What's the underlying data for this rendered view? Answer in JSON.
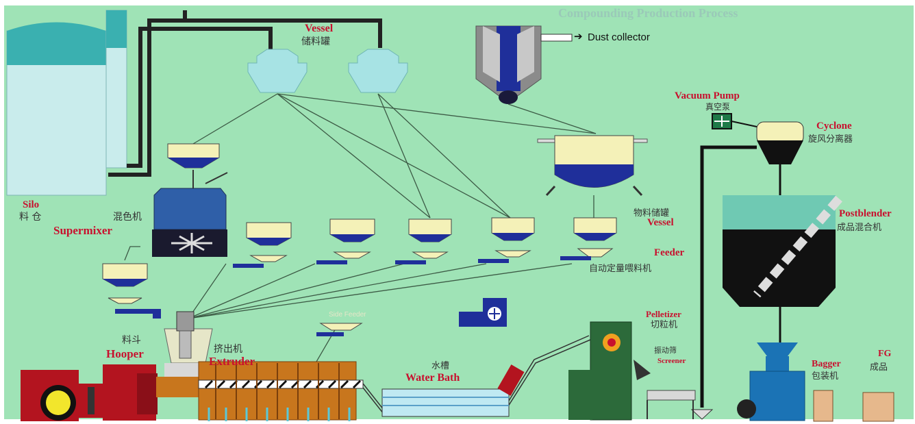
{
  "title": "Compounding Production Process",
  "colors": {
    "background": "#9fe3b6",
    "label_red": "#c8102e",
    "material_blue": "#1f2f9a",
    "tank_cream": "#f4f1b8",
    "vessel_cyan": "#a7e3e4",
    "machine_green": "#2c6a3a",
    "extruder_orange": "#c8761d",
    "motor_red": "#b3141f"
  },
  "labels": {
    "vessel_top_en": "Vessel",
    "vessel_top_zh": "储料罐",
    "dust_collector": "Dust collector",
    "vacuum_pump_en": "Vacuum Pump",
    "vacuum_pump_zh": "真空泵",
    "cyclone_en": "Cyclone",
    "cyclone_zh": "旋风分离器",
    "silo_en": "Silo",
    "silo_zh": "料 仓",
    "supermixer_zh": "混色机",
    "supermixer_en": "Supermixer",
    "vessel_mid_zh": "物料储罐",
    "vessel_mid_en": "Vessel",
    "postblender_en": "Postblender",
    "postblender_zh": "成品混合机",
    "feeder_en": "Feeder",
    "feeder_zh": "自动定量喂料机",
    "side_feeder": "Side Feeder",
    "pelletizer_en": "Pelletizer",
    "pelletizer_zh": "切粒机",
    "screener_zh": "振动筛",
    "screener_en": "Screener",
    "hooper_zh": "料斗",
    "hooper_en": "Hooper",
    "extruder_zh": "挤出机",
    "extruder_en": "Extruder",
    "water_bath_zh": "水槽",
    "water_bath_en": "Water Bath",
    "bagger_en": "Bagger",
    "bagger_zh": "包装机",
    "fg_en": "FG",
    "fg_zh": "成品"
  }
}
